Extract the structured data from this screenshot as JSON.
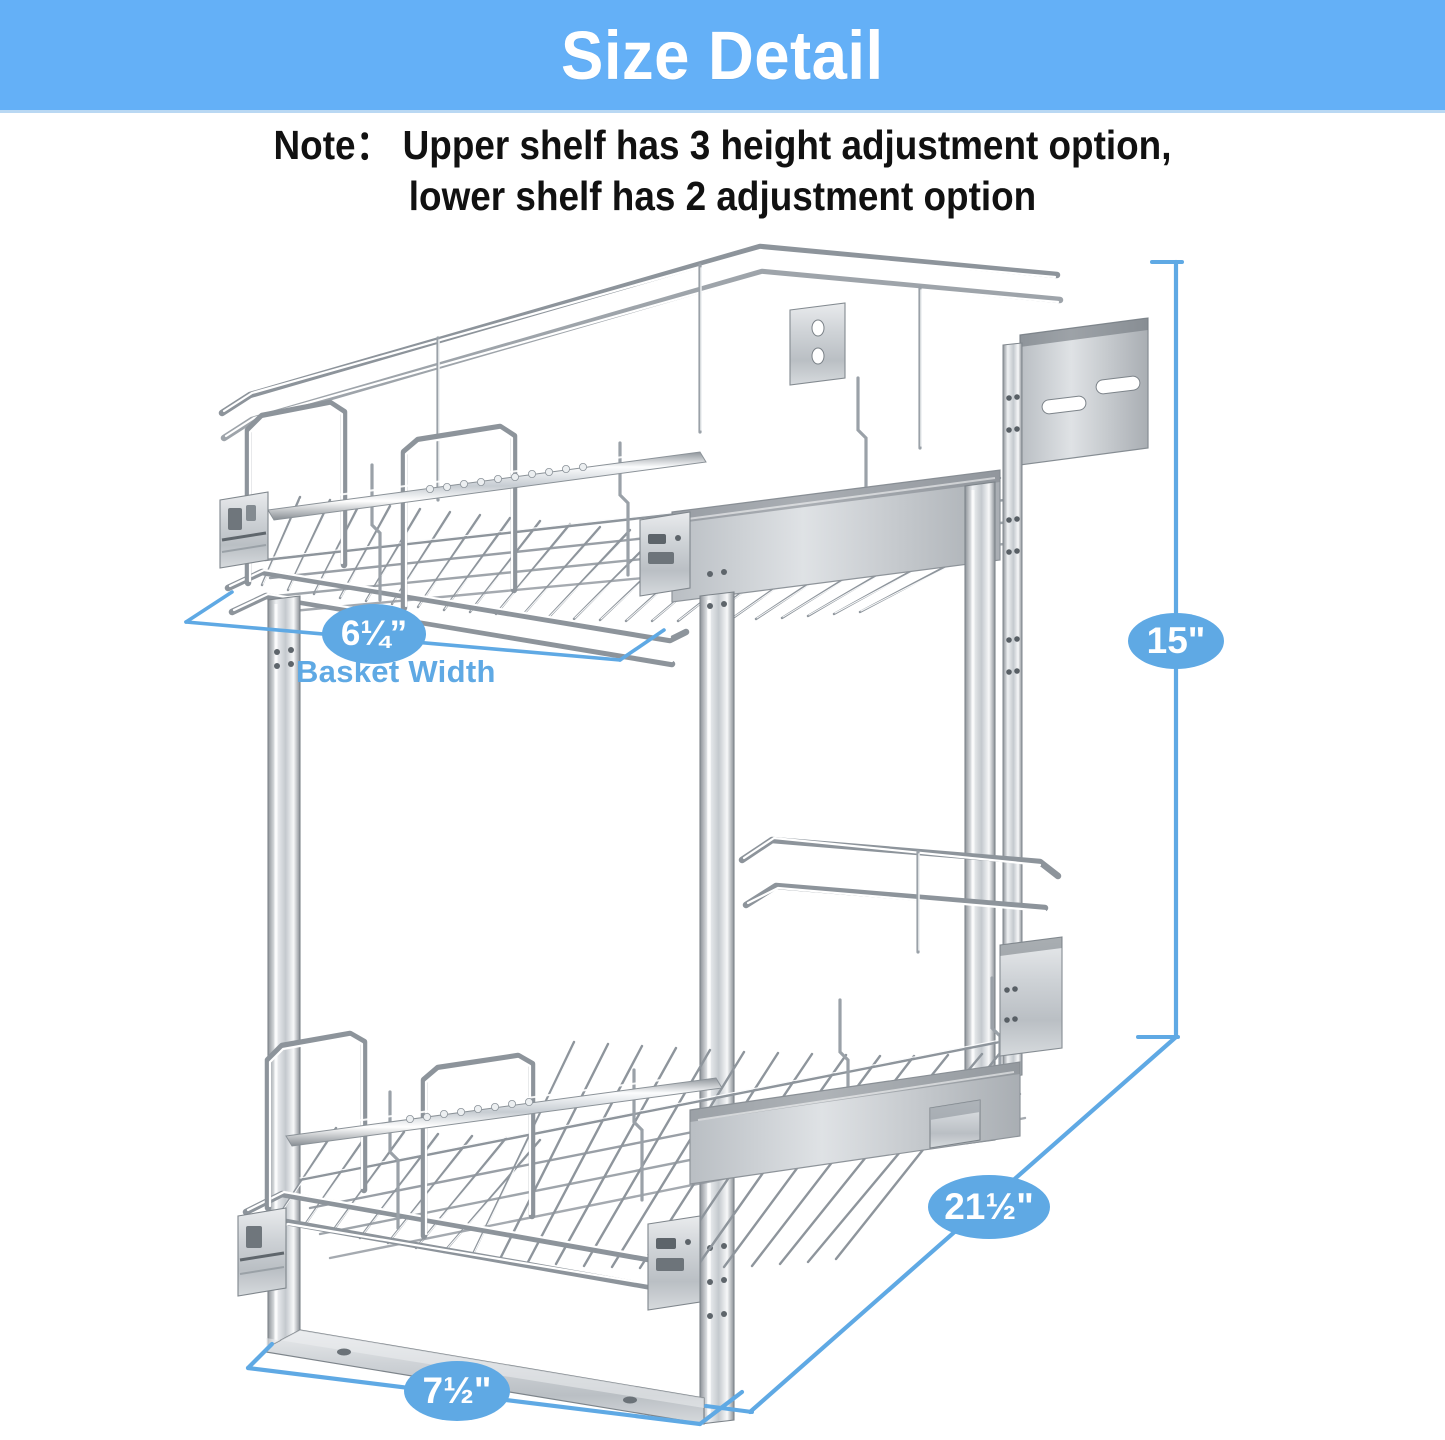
{
  "banner": {
    "title": "Size Detail",
    "background_color": "#64b0f7",
    "text_color": "#ffffff"
  },
  "note": {
    "line1": "Note： Upper shelf has 3 height adjustment option,",
    "line2": "lower shelf has 2 adjustment option",
    "text_color": "#111111"
  },
  "product": {
    "name": "two-tier-pull-out-wire-basket-organizer",
    "finish": "chrome",
    "tiers": 2,
    "upper_shelf_height_options": 3,
    "lower_shelf_height_options": 2
  },
  "dimensions": {
    "accent_color": "#5fa9e4",
    "items": [
      {
        "id": "basket-width",
        "value": "6¼”",
        "caption": "Basket Width",
        "axis": "width"
      },
      {
        "id": "overall-height",
        "value": "15\"",
        "caption": "",
        "axis": "height"
      },
      {
        "id": "overall-depth",
        "value": "21½\"",
        "caption": "",
        "axis": "depth"
      },
      {
        "id": "overall-front-width",
        "value": "7½\"",
        "caption": "",
        "axis": "front-width"
      }
    ]
  }
}
